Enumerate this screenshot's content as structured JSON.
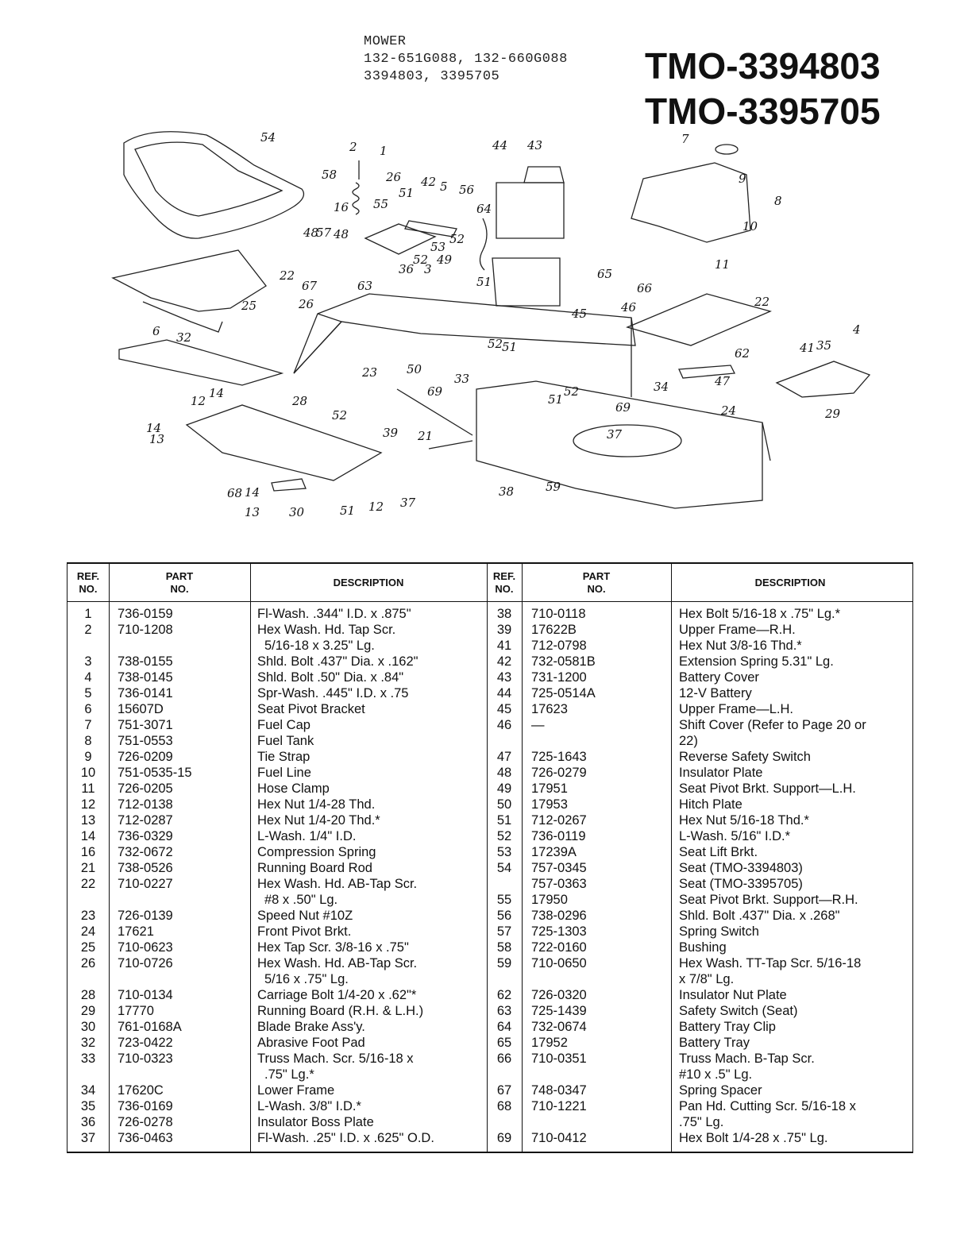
{
  "header": {
    "line1": "MOWER",
    "line2": "132-651G088, 132-660G088",
    "line3": "3394803, 3395705",
    "model1": "TMO-3394803",
    "model2": "TMO-3395705"
  },
  "diagram": {
    "callouts": [
      "54",
      "2",
      "1",
      "58",
      "26",
      "51",
      "42",
      "5",
      "56",
      "16",
      "55",
      "44",
      "43",
      "7",
      "9",
      "8",
      "10",
      "11",
      "64",
      "48",
      "57",
      "48",
      "53",
      "52",
      "22",
      "36",
      "52",
      "3",
      "49",
      "51",
      "65",
      "67",
      "63",
      "26",
      "25",
      "66",
      "22",
      "46",
      "45",
      "6",
      "32",
      "52",
      "51",
      "62",
      "4",
      "41",
      "35",
      "23",
      "50",
      "33",
      "47",
      "29",
      "28",
      "69",
      "34",
      "24",
      "12",
      "14",
      "52",
      "51",
      "14",
      "13",
      "52",
      "69",
      "37",
      "39",
      "21",
      "68",
      "14",
      "13",
      "30",
      "51",
      "12",
      "37",
      "38",
      "59"
    ]
  },
  "table": {
    "headers": {
      "ref": [
        "REF.",
        "NO."
      ],
      "part": [
        "PART",
        "NO."
      ],
      "desc": "DESCRIPTION"
    },
    "left": [
      {
        "ref": "1",
        "part": "736-0159",
        "desc": [
          "Fl-Wash. .344\" I.D. x .875\""
        ]
      },
      {
        "ref": "2",
        "part": "710-1208",
        "desc": [
          "Hex Wash. Hd. Tap Scr.",
          "5/16-18 x 3.25\" Lg."
        ]
      },
      {
        "ref": "3",
        "part": "738-0155",
        "desc": [
          "Shld. Bolt .437\" Dia. x .162\""
        ]
      },
      {
        "ref": "4",
        "part": "738-0145",
        "desc": [
          "Shld. Bolt .50\" Dia. x .84\""
        ]
      },
      {
        "ref": "5",
        "part": "736-0141",
        "desc": [
          "Spr-Wash. .445\" I.D. x .75"
        ]
      },
      {
        "ref": "6",
        "part": "15607D",
        "desc": [
          "Seat Pivot Bracket"
        ]
      },
      {
        "ref": "7",
        "part": "751-3071",
        "desc": [
          "Fuel Cap"
        ]
      },
      {
        "ref": "8",
        "part": "751-0553",
        "desc": [
          "Fuel Tank"
        ]
      },
      {
        "ref": "9",
        "part": "726-0209",
        "desc": [
          "Tie Strap"
        ]
      },
      {
        "ref": "10",
        "part": "751-0535-15",
        "desc": [
          "Fuel Line"
        ]
      },
      {
        "ref": "11",
        "part": "726-0205",
        "desc": [
          "Hose Clamp"
        ]
      },
      {
        "ref": "12",
        "part": "712-0138",
        "desc": [
          "Hex Nut 1/4-28 Thd."
        ]
      },
      {
        "ref": "13",
        "part": "712-0287",
        "desc": [
          "Hex Nut 1/4-20 Thd.*"
        ]
      },
      {
        "ref": "14",
        "part": "736-0329",
        "desc": [
          "L-Wash. 1/4\" I.D."
        ]
      },
      {
        "ref": "16",
        "part": "732-0672",
        "desc": [
          "Compression Spring"
        ]
      },
      {
        "ref": "21",
        "part": "738-0526",
        "desc": [
          "Running Board Rod"
        ]
      },
      {
        "ref": "22",
        "part": "710-0227",
        "desc": [
          "Hex Wash. Hd. AB-Tap Scr.",
          "#8 x .50\" Lg."
        ]
      },
      {
        "ref": "23",
        "part": "726-0139",
        "desc": [
          "Speed Nut #10Z"
        ]
      },
      {
        "ref": "24",
        "part": "17621",
        "desc": [
          "Front Pivot Brkt."
        ]
      },
      {
        "ref": "25",
        "part": "710-0623",
        "desc": [
          "Hex Tap Scr. 3/8-16 x .75\""
        ]
      },
      {
        "ref": "26",
        "part": "710-0726",
        "desc": [
          "Hex Wash. Hd. AB-Tap Scr.",
          "5/16 x .75\" Lg."
        ]
      },
      {
        "ref": "28",
        "part": "710-0134",
        "desc": [
          "Carriage Bolt 1/4-20 x .62\"*"
        ]
      },
      {
        "ref": "29",
        "part": "17770",
        "desc": [
          "Running Board (R.H. & L.H.)"
        ]
      },
      {
        "ref": "30",
        "part": "761-0168A",
        "desc": [
          "Blade Brake Ass'y."
        ]
      },
      {
        "ref": "32",
        "part": "723-0422",
        "desc": [
          "Abrasive Foot Pad"
        ]
      },
      {
        "ref": "33",
        "part": "710-0323",
        "desc": [
          "Truss Mach. Scr. 5/16-18 x",
          ".75\" Lg.*"
        ]
      },
      {
        "ref": "34",
        "part": "17620C",
        "desc": [
          "Lower Frame"
        ]
      },
      {
        "ref": "35",
        "part": "736-0169",
        "desc": [
          "L-Wash. 3/8\" I.D.*"
        ]
      },
      {
        "ref": "36",
        "part": "726-0278",
        "desc": [
          "Insulator Boss Plate"
        ]
      },
      {
        "ref": "37",
        "part": "736-0463",
        "desc": [
          "Fl-Wash. .25\" I.D. x .625\" O.D."
        ]
      }
    ],
    "right": [
      {
        "ref": "38",
        "part": "710-0118",
        "desc": [
          "Hex Bolt 5/16-18 x .75\" Lg.*"
        ]
      },
      {
        "ref": "39",
        "part": "17622B",
        "desc": [
          "Upper Frame—R.H."
        ]
      },
      {
        "ref": "41",
        "part": "712-0798",
        "desc": [
          "Hex Nut 3/8-16 Thd.*"
        ]
      },
      {
        "ref": "42",
        "part": "732-0581B",
        "desc": [
          "Extension Spring 5.31\" Lg."
        ]
      },
      {
        "ref": "43",
        "part": "731-1200",
        "desc": [
          "Battery Cover"
        ]
      },
      {
        "ref": "44",
        "part": "725-0514A",
        "desc": [
          "12-V Battery"
        ]
      },
      {
        "ref": "45",
        "part": "17623",
        "desc": [
          "Upper Frame—L.H."
        ]
      },
      {
        "ref": "46",
        "part": "—",
        "desc": [
          "Shift Cover (Refer to Page 20 or",
          "22)"
        ]
      },
      {
        "ref": "47",
        "part": "725-1643",
        "desc": [
          "Reverse Safety Switch"
        ]
      },
      {
        "ref": "48",
        "part": "726-0279",
        "desc": [
          "Insulator Plate"
        ]
      },
      {
        "ref": "49",
        "part": "17951",
        "desc": [
          "Seat Pivot Brkt. Support—L.H."
        ]
      },
      {
        "ref": "50",
        "part": "17953",
        "desc": [
          "Hitch Plate"
        ]
      },
      {
        "ref": "51",
        "part": "712-0267",
        "desc": [
          "Hex Nut 5/16-18 Thd.*"
        ]
      },
      {
        "ref": "52",
        "part": "736-0119",
        "desc": [
          "L-Wash. 5/16\" I.D.*"
        ]
      },
      {
        "ref": "53",
        "part": "17239A",
        "desc": [
          "Seat Lift Brkt."
        ]
      },
      {
        "ref": "54",
        "part": "757-0345",
        "desc": [
          "Seat (TMO-3394803)"
        ]
      },
      {
        "ref": "",
        "part": "757-0363",
        "desc": [
          "Seat (TMO-3395705)"
        ]
      },
      {
        "ref": "55",
        "part": "17950",
        "desc": [
          "Seat Pivot Brkt. Support—R.H."
        ]
      },
      {
        "ref": "56",
        "part": "738-0296",
        "desc": [
          "Shld. Bolt .437\" Dia. x .268\""
        ]
      },
      {
        "ref": "57",
        "part": "725-1303",
        "desc": [
          "Spring Switch"
        ]
      },
      {
        "ref": "58",
        "part": "722-0160",
        "desc": [
          "Bushing"
        ]
      },
      {
        "ref": "59",
        "part": "710-0650",
        "desc": [
          "Hex Wash. TT-Tap Scr. 5/16-18",
          "x 7/8\" Lg."
        ]
      },
      {
        "ref": "62",
        "part": "726-0320",
        "desc": [
          "Insulator Nut Plate"
        ]
      },
      {
        "ref": "63",
        "part": "725-1439",
        "desc": [
          "Safety Switch (Seat)"
        ]
      },
      {
        "ref": "64",
        "part": "732-0674",
        "desc": [
          "Battery Tray Clip"
        ]
      },
      {
        "ref": "65",
        "part": "17952",
        "desc": [
          "Battery Tray"
        ]
      },
      {
        "ref": "66",
        "part": "710-0351",
        "desc": [
          "Truss Mach. B-Tap Scr.",
          "#10 x .5\" Lg."
        ]
      },
      {
        "ref": "67",
        "part": "748-0347",
        "desc": [
          "Spring Spacer"
        ]
      },
      {
        "ref": "68",
        "part": "710-1221",
        "desc": [
          "Pan Hd. Cutting Scr. 5/16-18 x",
          ".75\" Lg."
        ]
      },
      {
        "ref": "69",
        "part": "710-0412",
        "desc": [
          "Hex Bolt 1/4-28 x .75\" Lg."
        ]
      }
    ]
  }
}
